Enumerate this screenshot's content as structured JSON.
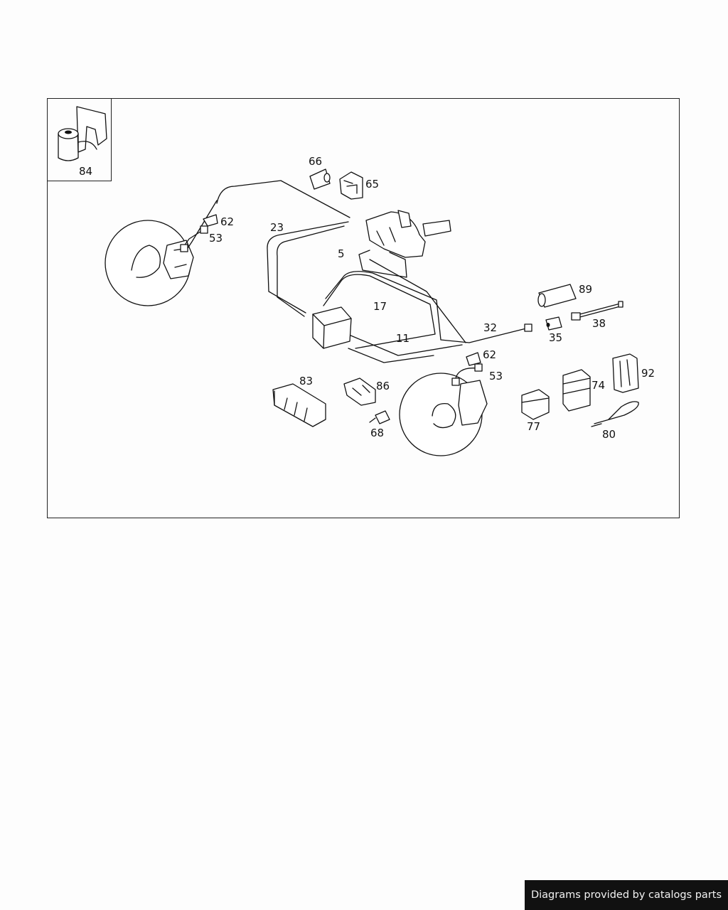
{
  "callouts": {
    "c84": "84",
    "c66": "66",
    "c65": "65",
    "c62a": "62",
    "c53a": "53",
    "c23": "23",
    "c5": "5",
    "c17": "17",
    "c89": "89",
    "c32": "32",
    "c11": "11",
    "c35": "35",
    "c38": "38",
    "c62b": "62",
    "c53b": "53",
    "c83": "83",
    "c86": "86",
    "c68": "68",
    "c74": "74",
    "c92": "92",
    "c77": "77",
    "c80": "80"
  },
  "credit": "Diagrams provided by catalogs parts"
}
